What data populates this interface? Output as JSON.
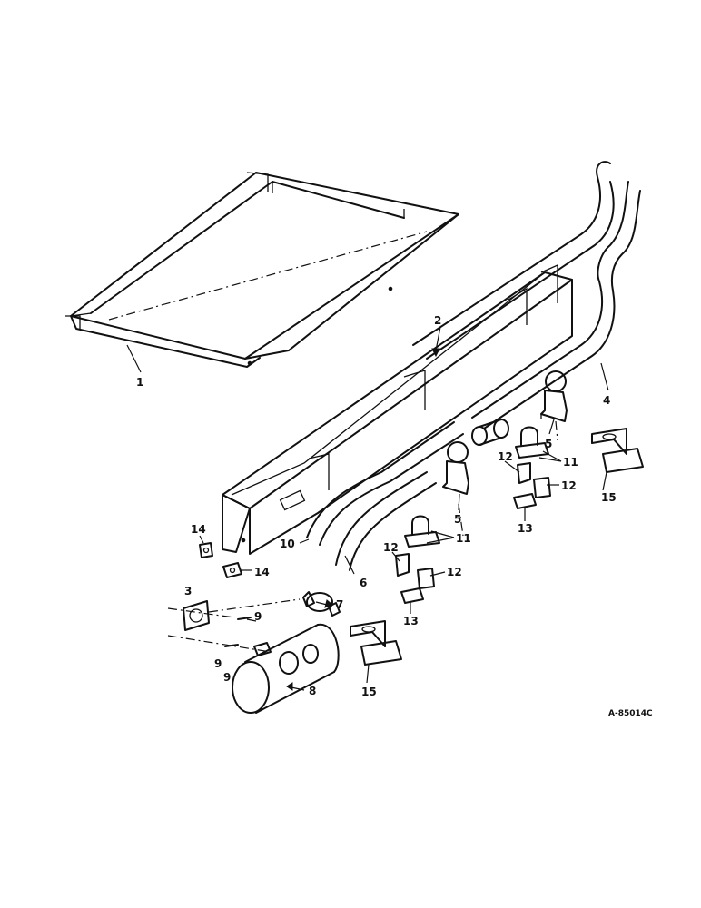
{
  "diagram_code": "A-85014C",
  "callouts": {
    "c1": "1",
    "c2": "2",
    "c3": "3",
    "c4": "4",
    "c5a": "5",
    "c5b": "5",
    "c6": "6",
    "c7": "7",
    "c8": "8",
    "c9a": "9",
    "c9b": "9",
    "c9c": "9",
    "c10": "10",
    "c11a": "11",
    "c11b": "11",
    "c12a": "12",
    "c12b": "12",
    "c12c": "12",
    "c12d": "12",
    "c13a": "13",
    "c13b": "13",
    "c14a": "14",
    "c14b": "14",
    "c15a": "15",
    "c15b": "15"
  }
}
